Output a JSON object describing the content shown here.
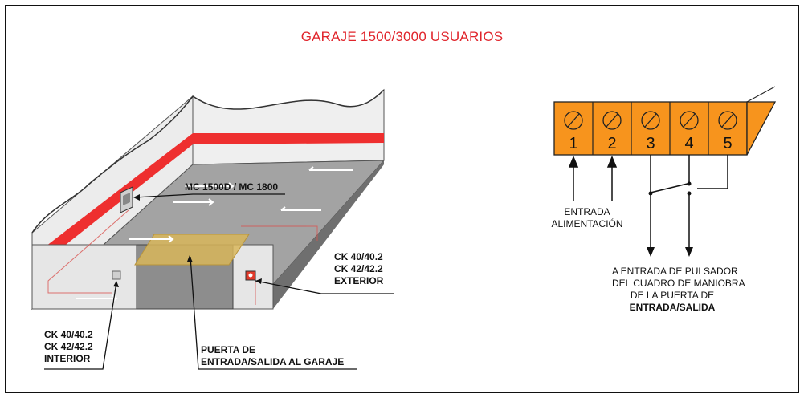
{
  "title": "GARAJE 1500/3000 USUARIOS",
  "colors": {
    "title": "#e0242b",
    "stripe": "#ee2f2f",
    "terminal": "#f7941d",
    "floor": "#9e9e9e",
    "wall": "#e9e9e9",
    "door": "#d9b95b"
  },
  "labels": {
    "controller": "MC 1500D / MC 1800",
    "exterior": [
      "CK 40/40.2",
      "CK 42/42.2",
      "EXTERIOR"
    ],
    "interior": [
      "CK 40/40.2",
      "CK 42/42.2",
      "INTERIOR"
    ],
    "door": [
      "PUERTA DE",
      "ENTRADA/SALIDA AL GARAJE"
    ]
  },
  "terminal_block": {
    "terminals": [
      "1",
      "2",
      "3",
      "4",
      "5"
    ],
    "power_label": [
      "ENTRADA",
      "ALIMENTACIÓN"
    ],
    "button_label": [
      "A ENTRADA DE PULSADOR",
      "DEL CUADRO DE MANIOBRA",
      "DE LA PUERTA DE",
      "ENTRADA/SALIDA"
    ]
  }
}
